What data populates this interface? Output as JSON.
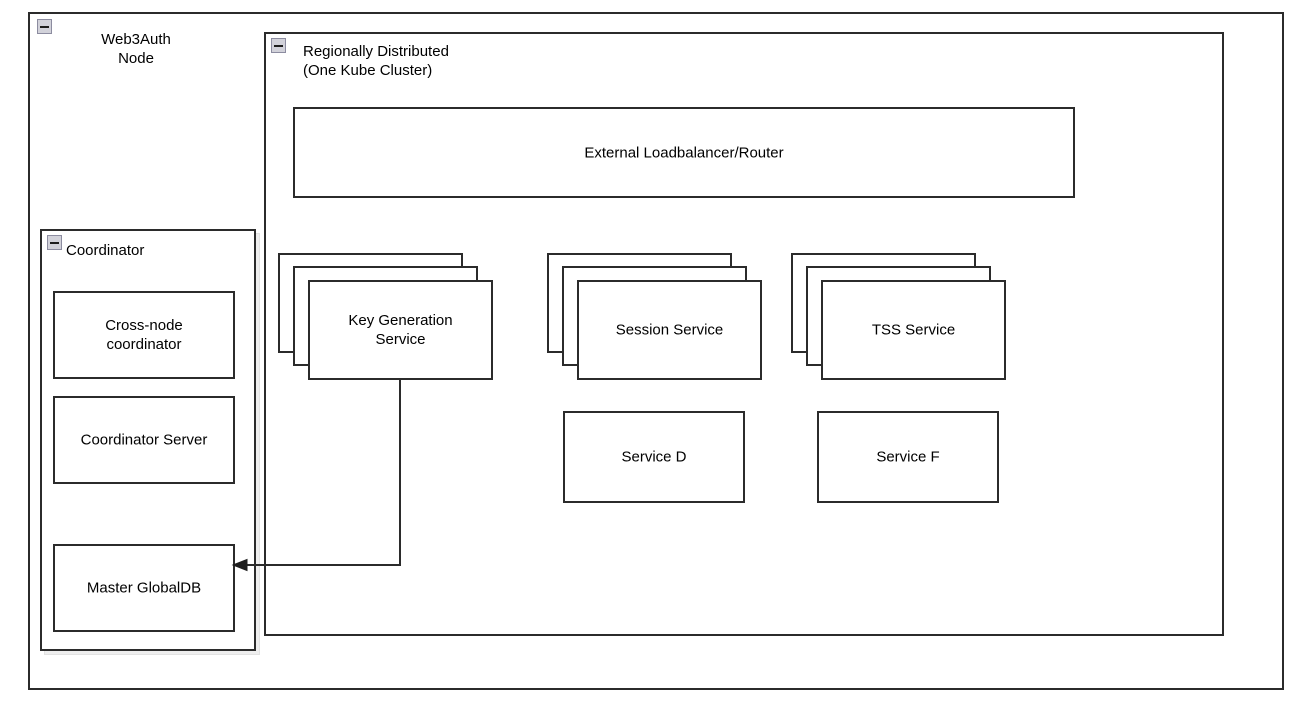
{
  "diagram": {
    "type": "architecture-diagram",
    "background": "#ffffff",
    "line_color": "#2b2b2b",
    "text_color": "#000000",
    "icon": {
      "name": "collapse-minus-icon",
      "glyph": "minus",
      "fill": "#d2d2da",
      "border": "#8c8ca0"
    }
  },
  "outer_node": {
    "title": "Web3Auth\nNode",
    "collapse_icon": "collapse-minus-icon"
  },
  "cluster": {
    "title": "Regionally Distributed\n(One Kube Cluster)",
    "collapse_icon": "collapse-minus-icon",
    "loadbalancer": {
      "label": "External Loadbalancer/Router"
    },
    "stacked_services": [
      {
        "label": "Key Generation\nService",
        "layers": 3
      },
      {
        "label": "Session Service",
        "layers": 3
      },
      {
        "label": "TSS Service",
        "layers": 3
      }
    ],
    "plain_services": [
      {
        "label": "Service D"
      },
      {
        "label": "Service F"
      }
    ]
  },
  "coordinator": {
    "title": "Coordinator",
    "collapse_icon": "collapse-minus-icon",
    "components": [
      {
        "label": "Cross-node\ncoordinator"
      },
      {
        "label": "Coordinator Server"
      },
      {
        "label": "Master GlobalDB"
      }
    ]
  },
  "connections": [
    {
      "name": "keygen-to-master-globaldb",
      "from": "Key Generation Service",
      "to": "Master GlobalDB",
      "arrow": "end",
      "style": "orthogonal"
    }
  ]
}
